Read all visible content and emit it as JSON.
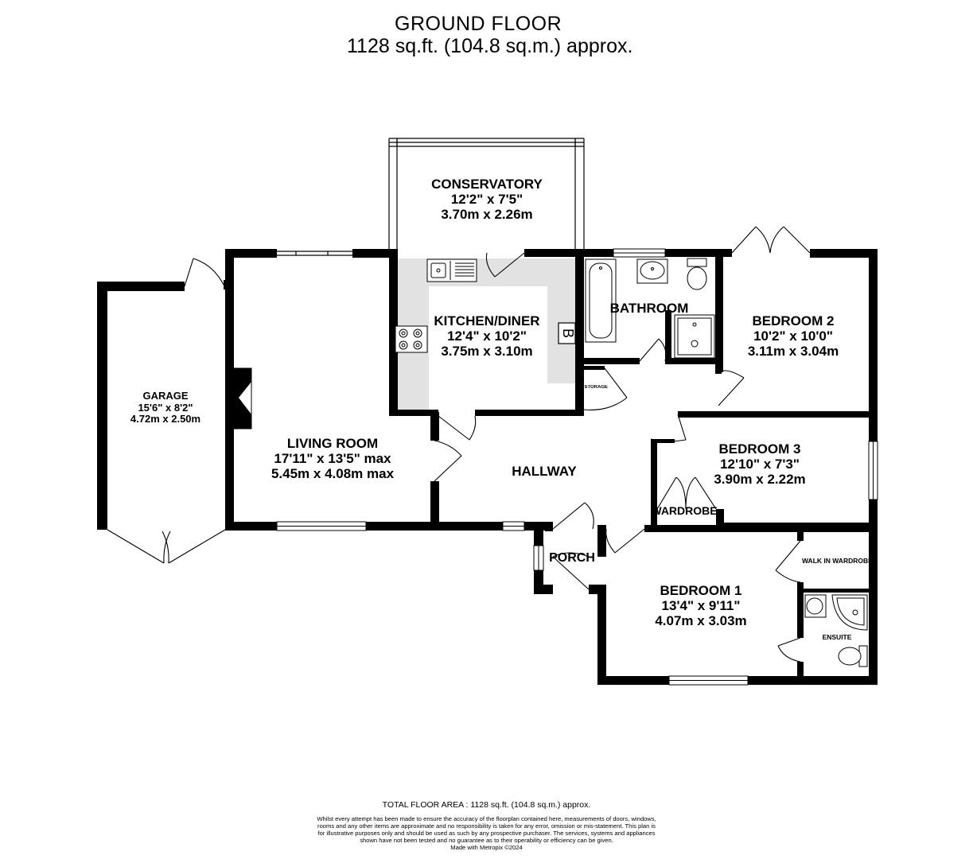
{
  "header": {
    "title": "GROUND FLOOR",
    "area": "1128 sq.ft. (104.8 sq.m.) approx."
  },
  "rooms": {
    "conservatory": {
      "name": "CONSERVATORY",
      "imperial": "12'2\"  x 7'5\"",
      "metric": "3.70m  x 2.26m"
    },
    "kitchen": {
      "name": "KITCHEN/DINER",
      "imperial": "12'4\"  x 10'2\"",
      "metric": "3.75m  x 3.10m"
    },
    "bathroom": {
      "name": "BATHROOM"
    },
    "bedroom2": {
      "name": "BEDROOM 2",
      "imperial": "10'2\"  x 10'0\"",
      "metric": "3.11m  x 3.04m"
    },
    "garage": {
      "name": "GARAGE",
      "imperial": "15'6\"  x 8'2\"",
      "metric": "4.72m  x 2.50m"
    },
    "living": {
      "name": "LIVING ROOM",
      "imperial": "17'11\"  x 13'5\" max",
      "metric": "5.45m  x 4.08m max"
    },
    "hallway": {
      "name": "HALLWAY"
    },
    "bedroom3": {
      "name": "BEDROOM 3",
      "imperial": "12'10\"  x 7'3\"",
      "metric": "3.90m  x 2.22m"
    },
    "wardrobe": {
      "name": "WARDROBE"
    },
    "porch": {
      "name": "PORCH"
    },
    "bedroom1": {
      "name": "BEDROOM 1",
      "imperial": "13'4\"  x 9'11\"",
      "metric": "4.07m  x 3.03m"
    },
    "walkin": {
      "name": "WALK IN WARDROBE"
    },
    "ensuite": {
      "name": "ENSUITE"
    },
    "storage": {
      "name": "STORAGE"
    }
  },
  "boiler_symbol": "B",
  "footer": {
    "total": "TOTAL FLOOR AREA : 1128 sq.ft. (104.8 sq.m.) approx.",
    "disclaimer": "Whilst every attempt has been made to ensure the accuracy of the floorplan contained here, measurements of doors, windows, rooms and any other items are approximate and no responsibility is taken for any error, omission or mis-statement. This plan is for illustrative purposes only and should be used as such by any prospective purchaser. The services, systems and appliances shown have not been tested and no guarantee as to their operability or efficiency can be given.",
    "made_with": "Made with Metropix ©2024"
  }
}
